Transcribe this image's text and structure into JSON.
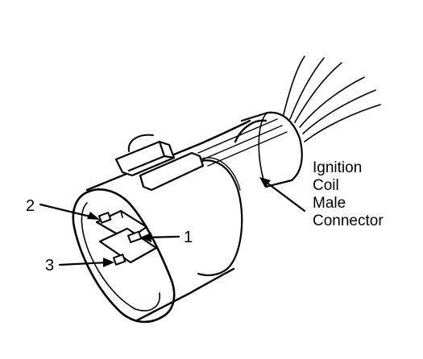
{
  "diagram": {
    "pin_labels": {
      "pin1": "1",
      "pin2": "2",
      "pin3": "3"
    },
    "description_lines": [
      "Ignition",
      "Coil",
      "Male",
      "Connector"
    ],
    "line_color": "#000000",
    "background_color": "#ffffff"
  }
}
